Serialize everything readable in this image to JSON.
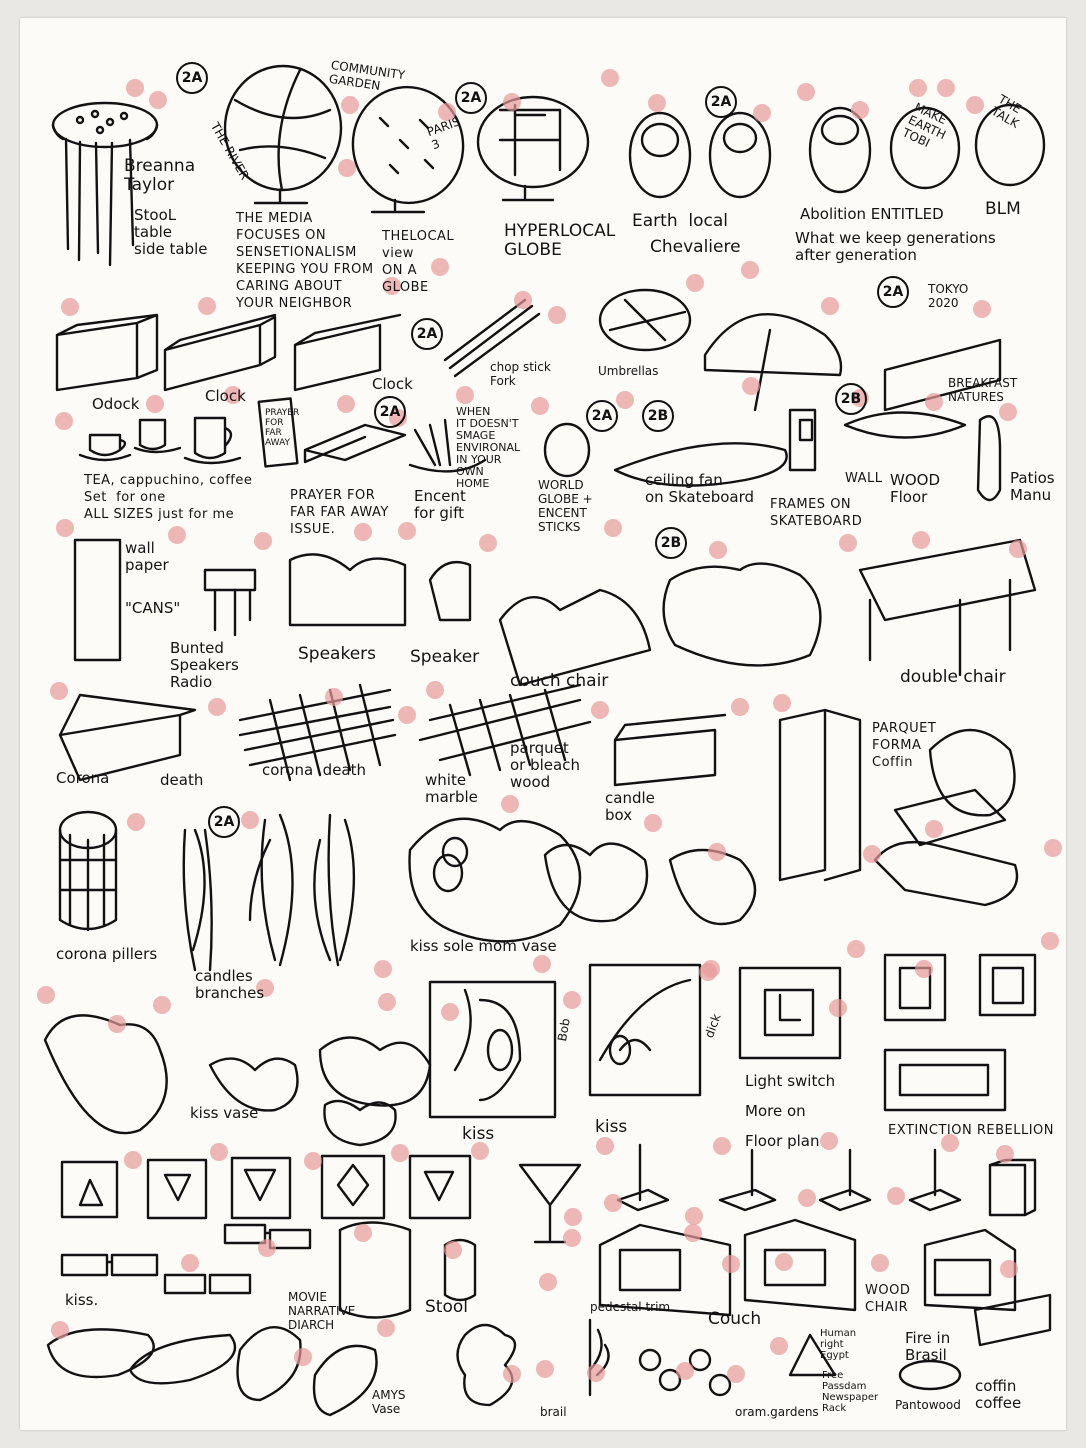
{
  "sheet_labels": {
    "breanna": "Breanna\nTaylor",
    "stool_table": "StooL\ntable\nside table",
    "community_garden": "COMMUNITY\nGARDEN",
    "media": "THE MEDIA\nFOCUSES ON\nSENSETIONALISM\nKEEPING YOU FROM\nCARING ABOUT\nYOUR NEIGHBOR",
    "local_view": "THELOCAL\nview\nON A\nGLOBE",
    "paris": "PARIS\n3",
    "hyperlocal": "HYPERLOCAL\nGLOBE",
    "earth_local": "Earth  local",
    "chevaliere": "Chevaliere",
    "abolition": "Abolition ENTITLED",
    "blm": "BLM",
    "what_we_keep": "What we keep generations\nafter generation",
    "make_earth": "MAKE\nEARTH\nTOBI",
    "the_talk": "THE\nTALK",
    "tokyo": "TOKYO\n2020",
    "clock1": "Odock",
    "clock2": "Clock",
    "clock3": "Clock",
    "chopstick": "chop stick\nFork",
    "umbrellas": "Umbrellas",
    "breakfast": "BREAKFAST\nNATURES",
    "tea": "TEA, cappuchino, coffee\nSet  for one\nALL SIZES just for me",
    "prayer_small": "PRAYER\nFOR\nFAR\nAWAY",
    "prayer": "PRAYER FOR\nFAR FAR AWAY\nISSUE.",
    "when": "WHEN\nIT DOESN'T\nSMAGE\nENVIRONAL\nIN YOUR\nOWN\nHOME",
    "encent": "Encent\nfor gift",
    "world_globe": "WORLD\nGLOBE +\nENCENT\nSTICKS",
    "ceiling_fan": "ceiling fan\non Skateboard",
    "frames": "FRAMES ON\nSKATEBOARD",
    "wall": "WALL",
    "wood_floor": "WOOD\nFloor",
    "patios": "Patios\nManu",
    "wall_paper": "wall\npaper",
    "cans": "\"CANS\"",
    "bunted": "Bunted\nSpeakers\nRadio",
    "speakers": "Speakers",
    "speaker": "Speaker",
    "couch_chair": "couch chair",
    "double_chair": "double chair",
    "corona1": "Corona",
    "death1": "death",
    "corona_death": "corona  death",
    "white_marble": "white\nmarble",
    "parquet": "parquet\nor bleach\nwood",
    "candle_box": "candle\nbox",
    "parquet_coffin": "PARQUET\nFORMA\nCoffin",
    "corona_pillers": "corona pillers",
    "candles": "candles\nbranches",
    "kiss_sole": "kiss sole mom vase",
    "kiss_vase": "kiss vase",
    "kiss1": "kiss",
    "kiss2": "kiss",
    "bob": "Bob",
    "dick": "dick",
    "light_switch": "Light switch\nMore on\nFloor plan",
    "extinction": "EXTINCTION REBELLION",
    "kiss3": "kiss.",
    "movie": "MOVIE\nNARRATIVE\nDIARCH",
    "stool": "Stool",
    "couch": "Couch",
    "wood_chair": "WOOD\nCHAIR",
    "pedestal": "pedestal trim",
    "human": "Human\nright\nEgypt",
    "free_press": "Free\nPassdam\nNewspaper\nRack",
    "fire_in": "Fire in\nBrasil",
    "amys_vase": "AMYS\nVase",
    "oram": "oram.gardens",
    "pantowood": "Pantowood",
    "coffin_coffee": "coffin\ncoffee",
    "brail": "brail",
    "the_river": "THE RIVER"
  },
  "tags": [
    "2A",
    "2A",
    "2A",
    "2A",
    "2A",
    "2A",
    "2A",
    "2B",
    "2B",
    "2A",
    "2B"
  ],
  "colors": {
    "ink": "#121212",
    "paper": "#fcfbf7",
    "dot": "#e79a9a",
    "dot_ring": "#eed9a8"
  }
}
